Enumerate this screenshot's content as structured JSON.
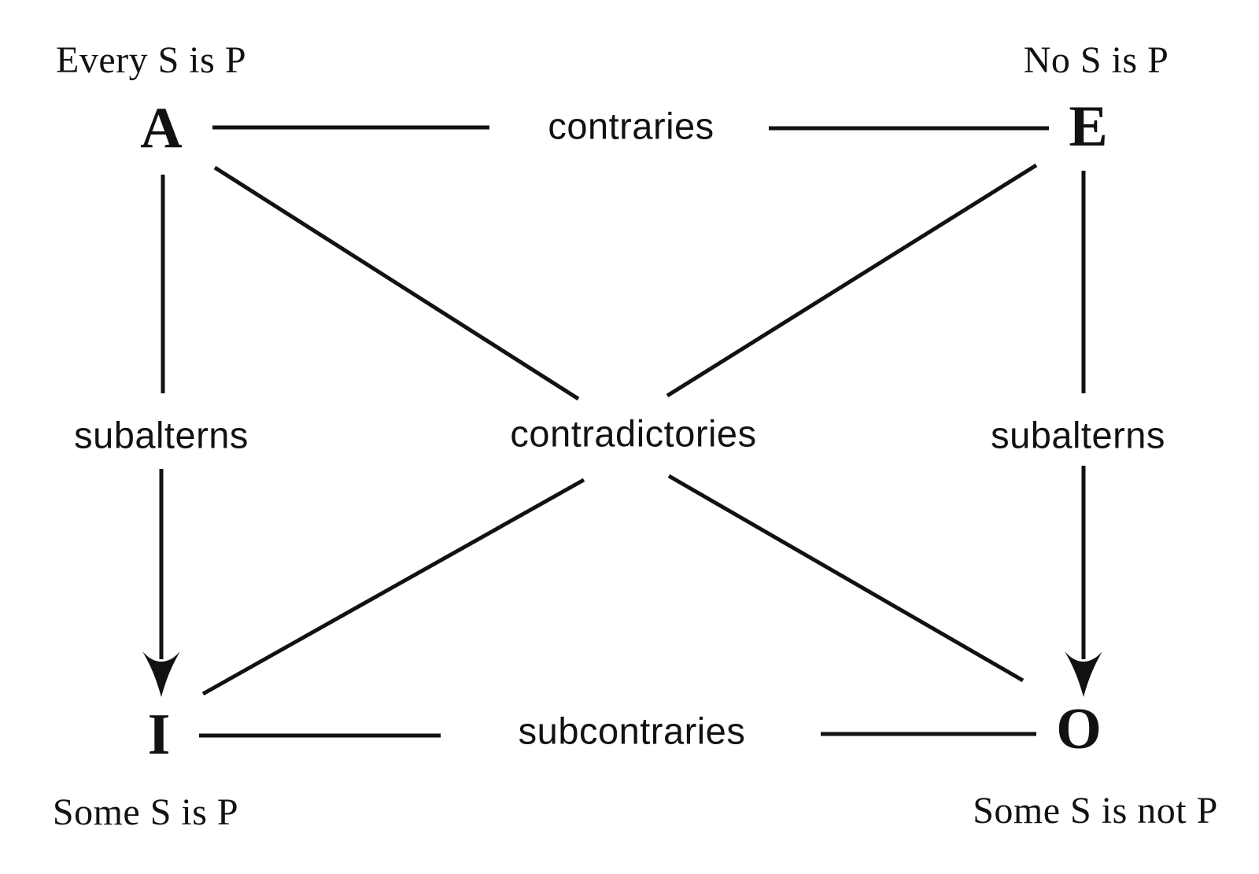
{
  "diagram": {
    "nodes": {
      "a": {
        "letter": "A",
        "statement": "Every S is P"
      },
      "e": {
        "letter": "E",
        "statement": "No S is P"
      },
      "i": {
        "letter": "I",
        "statement": "Some S is P"
      },
      "o": {
        "letter": "O",
        "statement": "Some S is not P"
      }
    },
    "relations": {
      "contraries": "contraries",
      "contradictories": "contradictories",
      "subalterns_left": "subalterns",
      "subalterns_right": "subalterns",
      "subcontraries": "subcontraries"
    },
    "colors": {
      "ink": "#121212",
      "background": "#ffffff"
    }
  }
}
